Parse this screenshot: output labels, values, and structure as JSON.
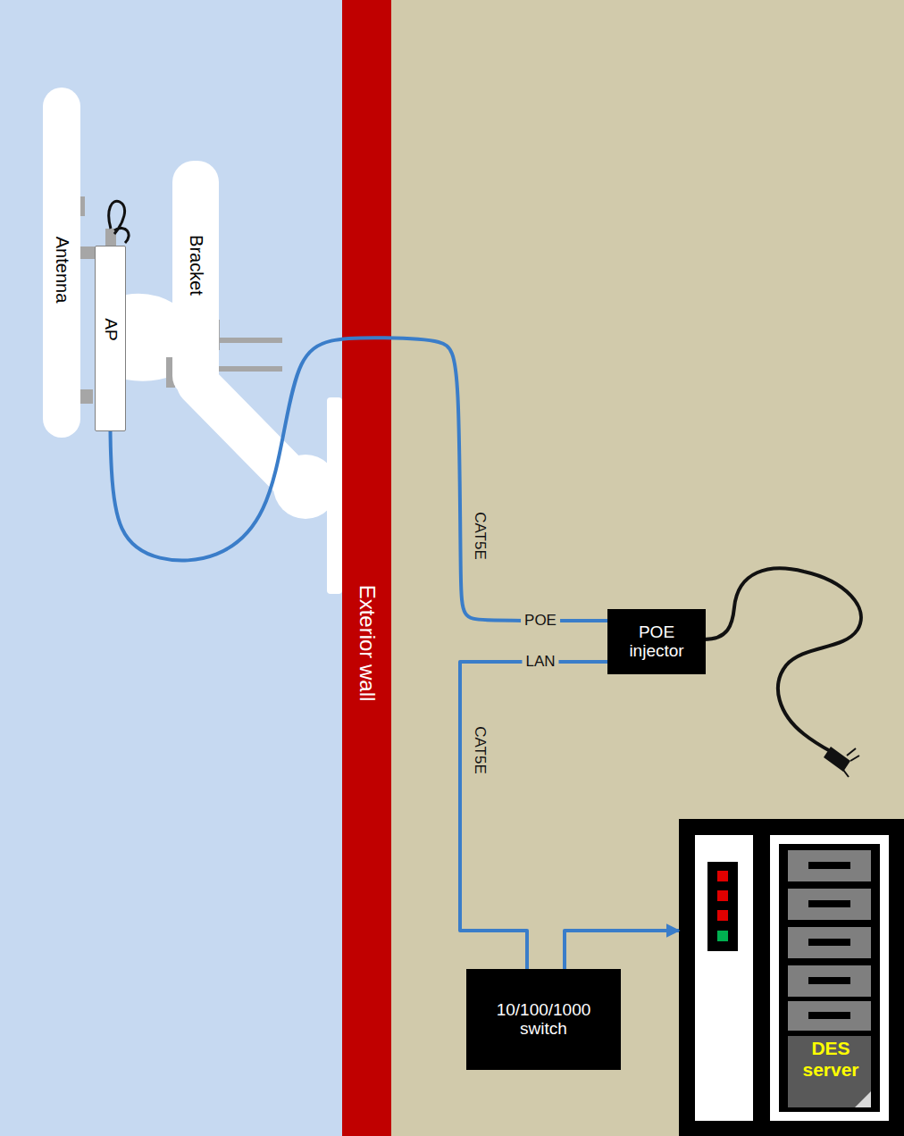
{
  "diagram": {
    "nodes": [
      {
        "text": [
          "Antenna"
        ]
      },
      {
        "text": [
          "AP"
        ]
      },
      {
        "text": [
          "Bracket"
        ]
      },
      {
        "text": [
          "Exterior wall"
        ]
      },
      {
        "text": [
          "POE injector"
        ]
      },
      {
        "text": [
          "10/100/1000 switch"
        ]
      },
      {
        "text": [
          "DES server"
        ]
      }
    ],
    "edges": [
      {
        "from": 1,
        "to": 4,
        "arrow": "none",
        "label": "CAT5E"
      },
      {
        "from": 4,
        "to": 5,
        "arrow": "none",
        "label": "CAT5E"
      },
      {
        "from": 5,
        "to": 6,
        "arrow": "to"
      }
    ],
    "labels": [
      "POE",
      "LAN"
    ]
  }
}
